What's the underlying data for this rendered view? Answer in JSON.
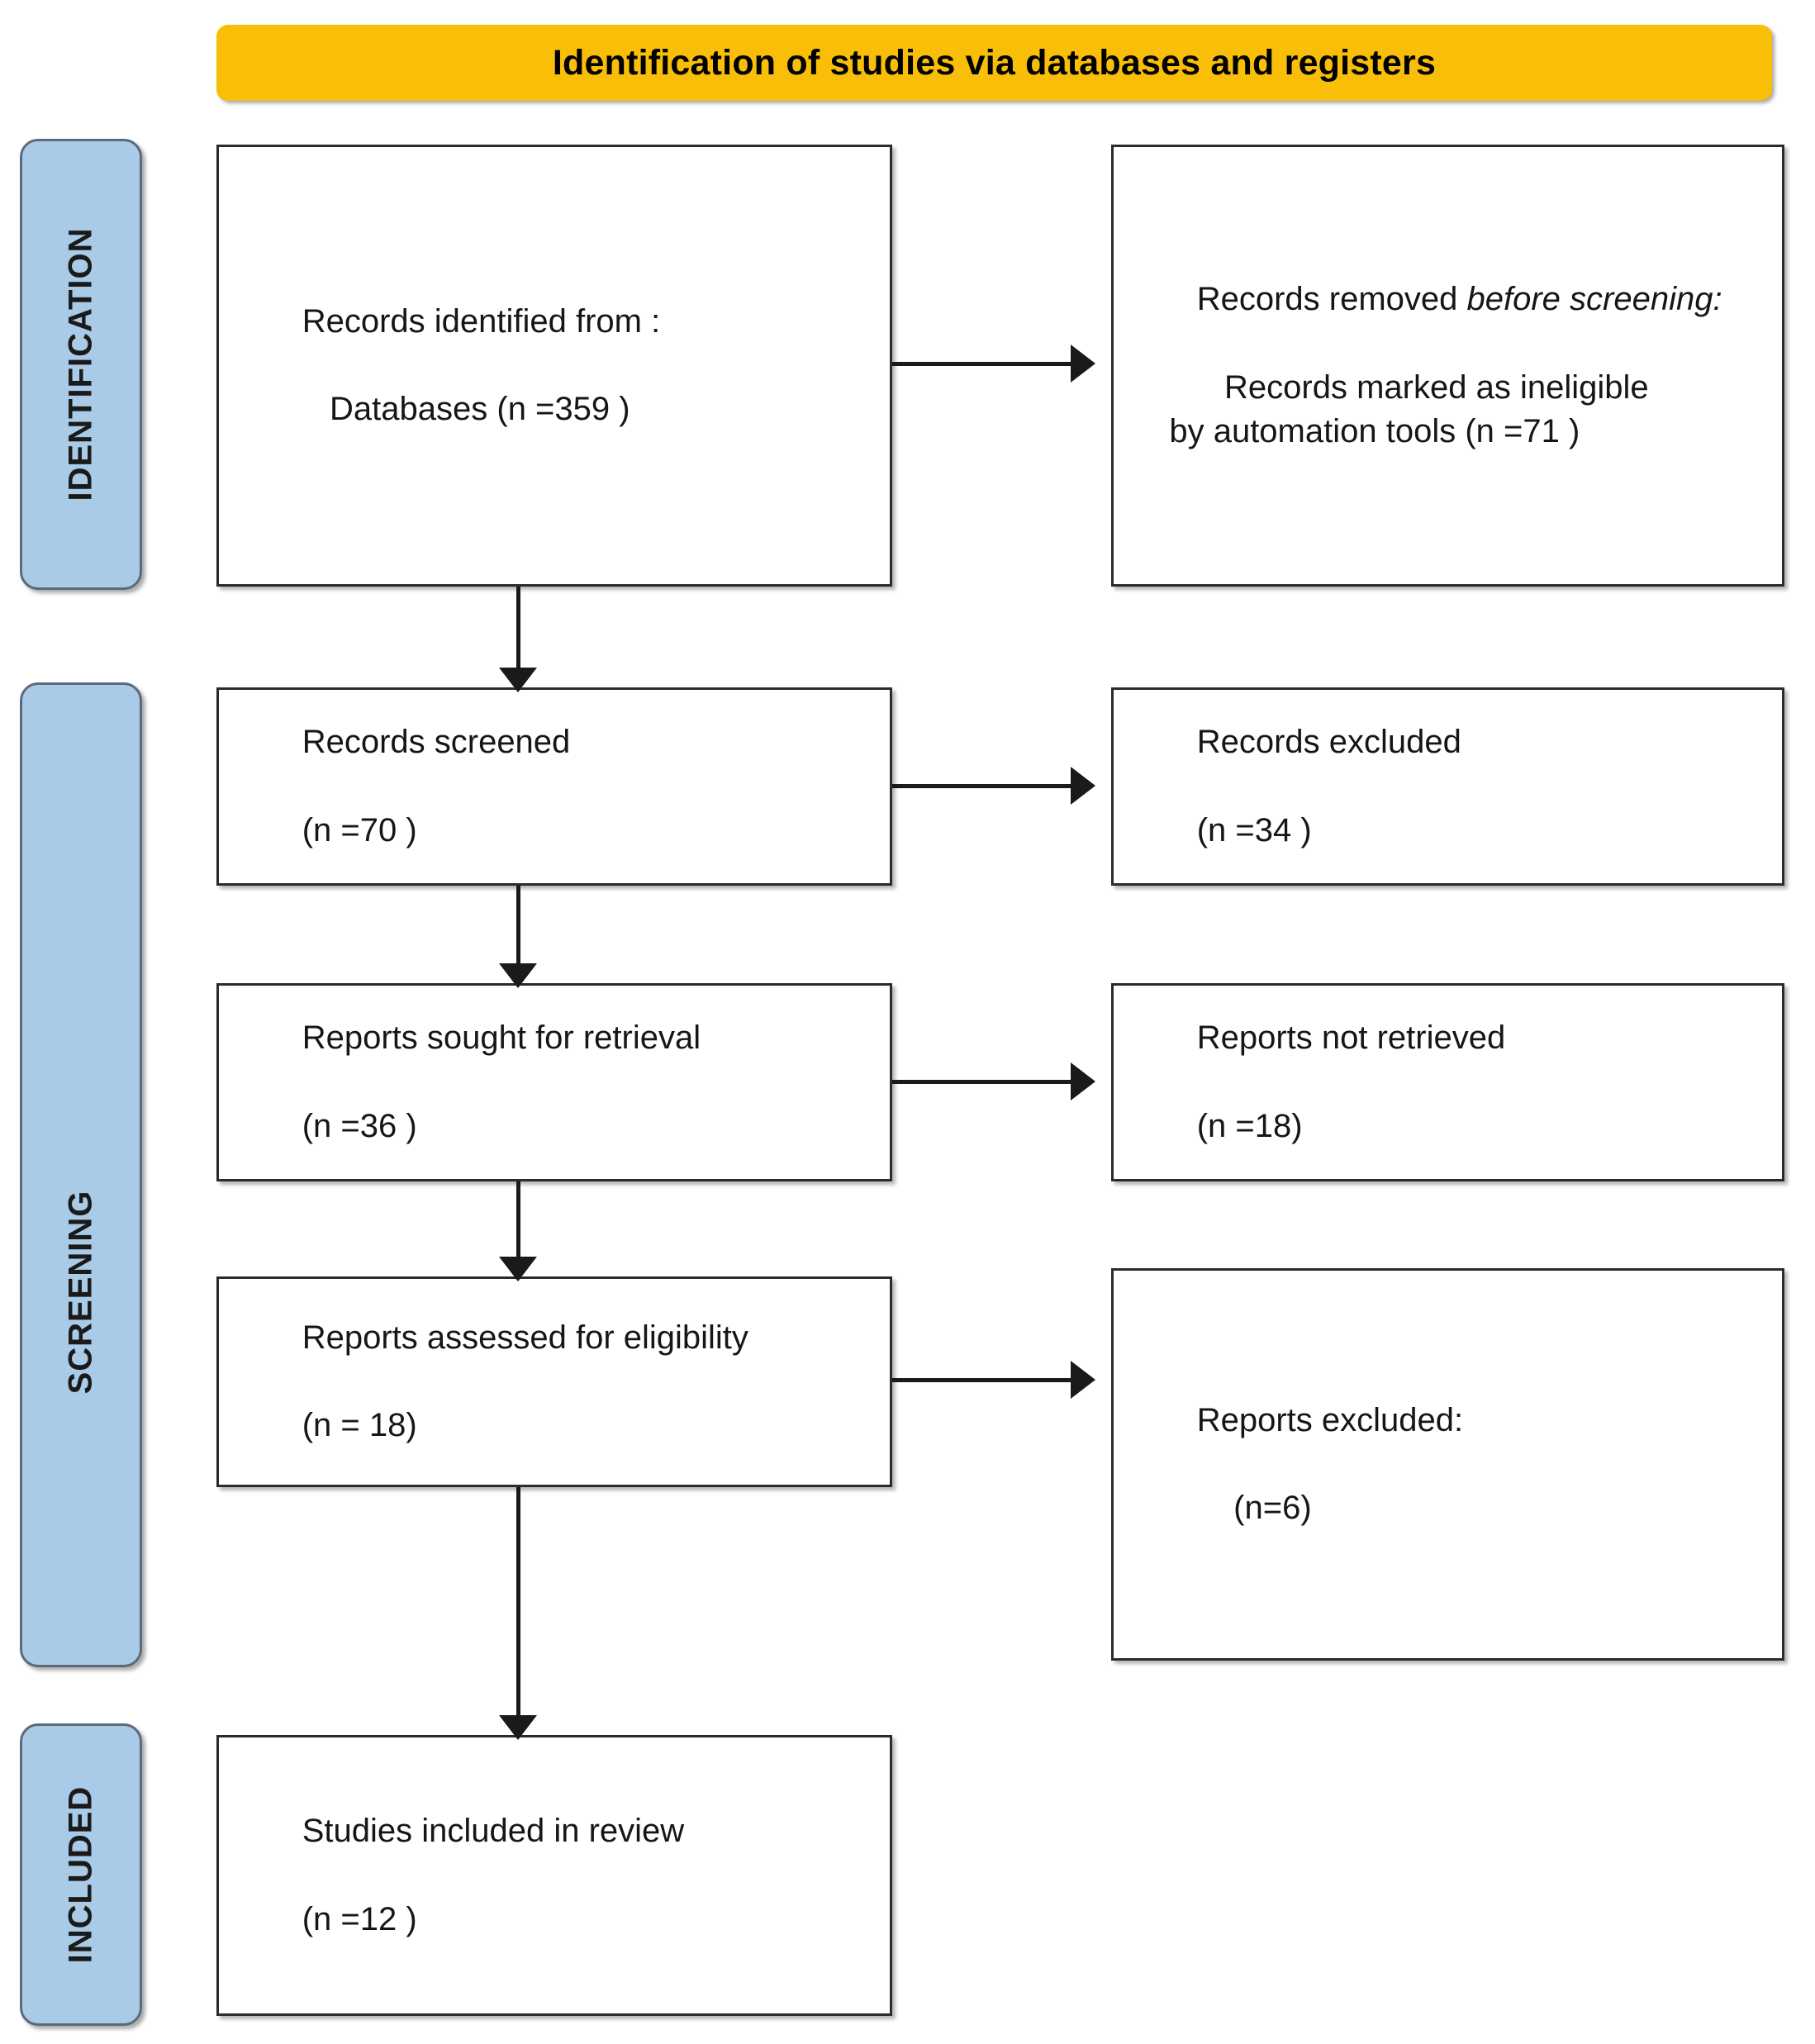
{
  "header": {
    "title": "Identification of studies via databases and registers"
  },
  "colors": {
    "header_band": "#f9be07",
    "phase_label_fill": "#a9cbe8",
    "phase_label_border": "#5b6b7a",
    "box_border": "#2b2b2b",
    "connector": "#1a1a1a",
    "text": "#161616"
  },
  "phases": [
    {
      "id": "identification",
      "label": "IDENTIFICATION"
    },
    {
      "id": "screening",
      "label": "SCREENING"
    },
    {
      "id": "included",
      "label": "INCLUDED"
    }
  ],
  "boxes": {
    "identified": {
      "line1": "Records identified from :",
      "line2": "   Databases (n =359 )"
    },
    "removed": {
      "lead": "Records removed ",
      "italic": "before screening",
      "lead_tail": ":",
      "detail": "   Records marked as ineligible\n   by automation tools (n =71 )"
    },
    "screened": {
      "line1": "Records screened",
      "line2": "(n =70 )"
    },
    "records_excluded": {
      "line1": "Records excluded",
      "line2": "(n =34 )"
    },
    "sought": {
      "line1": "Reports sought for retrieval",
      "line2": "(n =36 )"
    },
    "not_retrieved": {
      "line1": "Reports not retrieved",
      "line2": "(n =18)"
    },
    "assessed": {
      "line1": "Reports assessed for eligibility",
      "line2": "(n = 18)"
    },
    "reports_excluded": {
      "line1": "Reports excluded:",
      "line2": "    (n=6)"
    },
    "included": {
      "line1": "Studies included in review",
      "line2": "(n =12 )"
    }
  },
  "chart_data": {
    "type": "diagram",
    "title": "Identification of studies via databases and registers",
    "diagram_kind": "PRISMA 2020 flow diagram",
    "stages": [
      {
        "phase": "IDENTIFICATION",
        "nodes": [
          {
            "label": "Records identified from : Databases",
            "n": 359
          },
          {
            "label": "Records removed before screening: Records marked as ineligible by automation tools",
            "n": 71
          }
        ]
      },
      {
        "phase": "SCREENING",
        "nodes": [
          {
            "label": "Records screened",
            "n": 70
          },
          {
            "label": "Records excluded",
            "n": 34
          },
          {
            "label": "Reports sought for retrieval",
            "n": 36
          },
          {
            "label": "Reports not retrieved",
            "n": 18
          },
          {
            "label": "Reports assessed for eligibility",
            "n": 18
          },
          {
            "label": "Reports excluded",
            "n": 6
          }
        ]
      },
      {
        "phase": "INCLUDED",
        "nodes": [
          {
            "label": "Studies included in review",
            "n": 12
          }
        ]
      }
    ],
    "flow_edges": [
      {
        "from": "Records identified from : Databases",
        "to": "Records removed before screening",
        "direction": "right"
      },
      {
        "from": "Records identified from : Databases",
        "to": "Records screened",
        "direction": "down"
      },
      {
        "from": "Records screened",
        "to": "Records excluded",
        "direction": "right"
      },
      {
        "from": "Records screened",
        "to": "Reports sought for retrieval",
        "direction": "down"
      },
      {
        "from": "Reports sought for retrieval",
        "to": "Reports not retrieved",
        "direction": "right"
      },
      {
        "from": "Reports sought for retrieval",
        "to": "Reports assessed for eligibility",
        "direction": "down"
      },
      {
        "from": "Reports assessed for eligibility",
        "to": "Reports excluded",
        "direction": "right"
      },
      {
        "from": "Reports assessed for eligibility",
        "to": "Studies included in review",
        "direction": "down"
      }
    ]
  }
}
